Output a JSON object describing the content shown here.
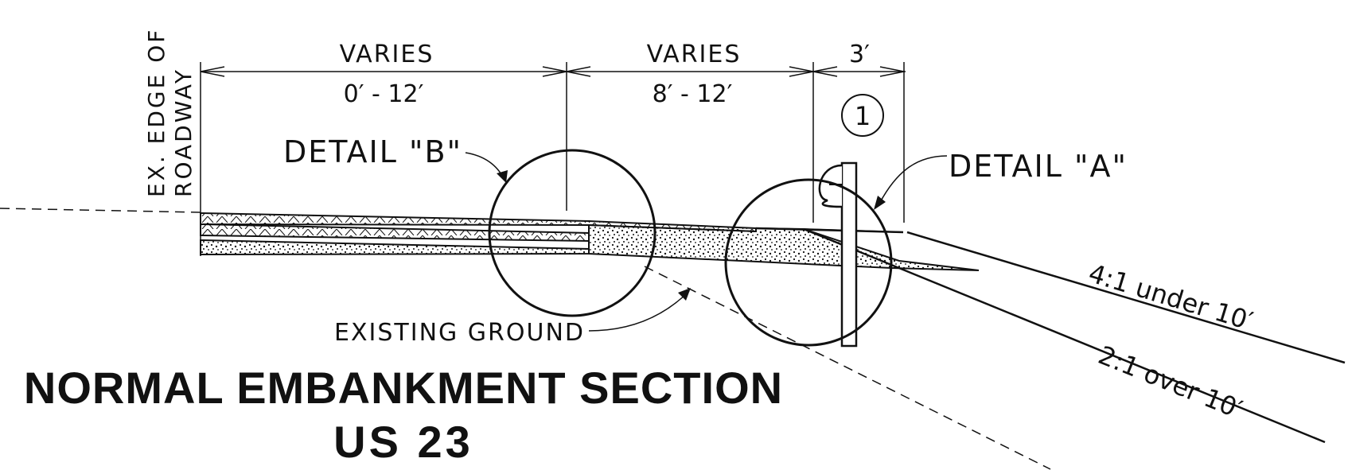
{
  "drawing": {
    "title": "NORMAL EMBANKMENT SECTION",
    "subtitle": "US 23",
    "edge_label_line1": "EX. EDGE OF",
    "edge_label_line2": "ROADWAY",
    "dimensions": {
      "dim1_top": "VARIES",
      "dim1_bottom": "0′ - 12′",
      "dim2_top": "VARIES",
      "dim2_bottom": "8′ - 12′",
      "dim3_top": "3′"
    },
    "callouts": {
      "detail_b": "DETAIL \"B\"",
      "detail_a": "DETAIL \"A\"",
      "note_marker": "1",
      "existing_ground": "EXISTING GROUND"
    },
    "slopes": {
      "slope_under": "4:1 under 10′",
      "slope_over": "2:1 over 10′"
    }
  },
  "colors": {
    "ink": "#111111",
    "paper": "#ffffff"
  }
}
